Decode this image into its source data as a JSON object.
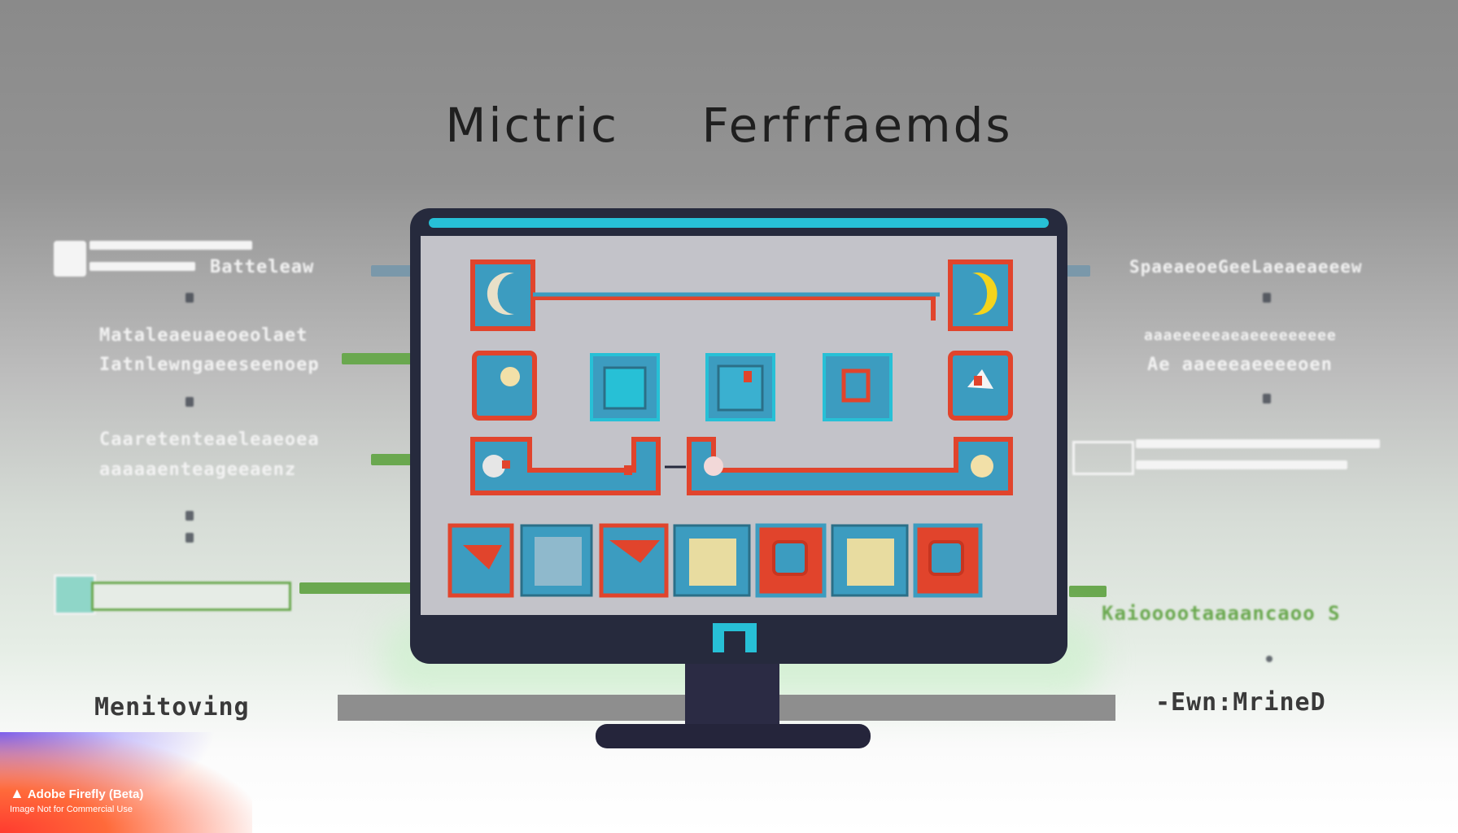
{
  "title": {
    "part1": "Mictric",
    "part2": "Ferfrfaemds"
  },
  "left_labels": [
    "Batteleaw",
    "Mataleaeuaeoeolaet",
    "Iatnlewngaeeseenoep",
    "Caaretenteaeleaeoea",
    "aaaaaenteageeaenz"
  ],
  "right_labels": [
    "SpaeaeoeGeeLaeaeaeeew",
    "aaaeeeeeaeaeeeeeeeee",
    "Ae  aaeeeaeeeeoen",
    "Kaiooootaaaancaoo  S"
  ],
  "bottom_left_label": "Menitoving",
  "bottom_right_label": "-Ewn:MrineD",
  "watermark": {
    "title": "Adobe Firefly (Beta)",
    "subtitle": "Image Not for Commercial Use"
  },
  "colors": {
    "accent_cyan": "#27c0d6",
    "accent_red": "#e1442c",
    "tile_blue": "#3c9cc0",
    "monitor_dark": "#262a3d",
    "connector_green": "#6aa84f"
  }
}
